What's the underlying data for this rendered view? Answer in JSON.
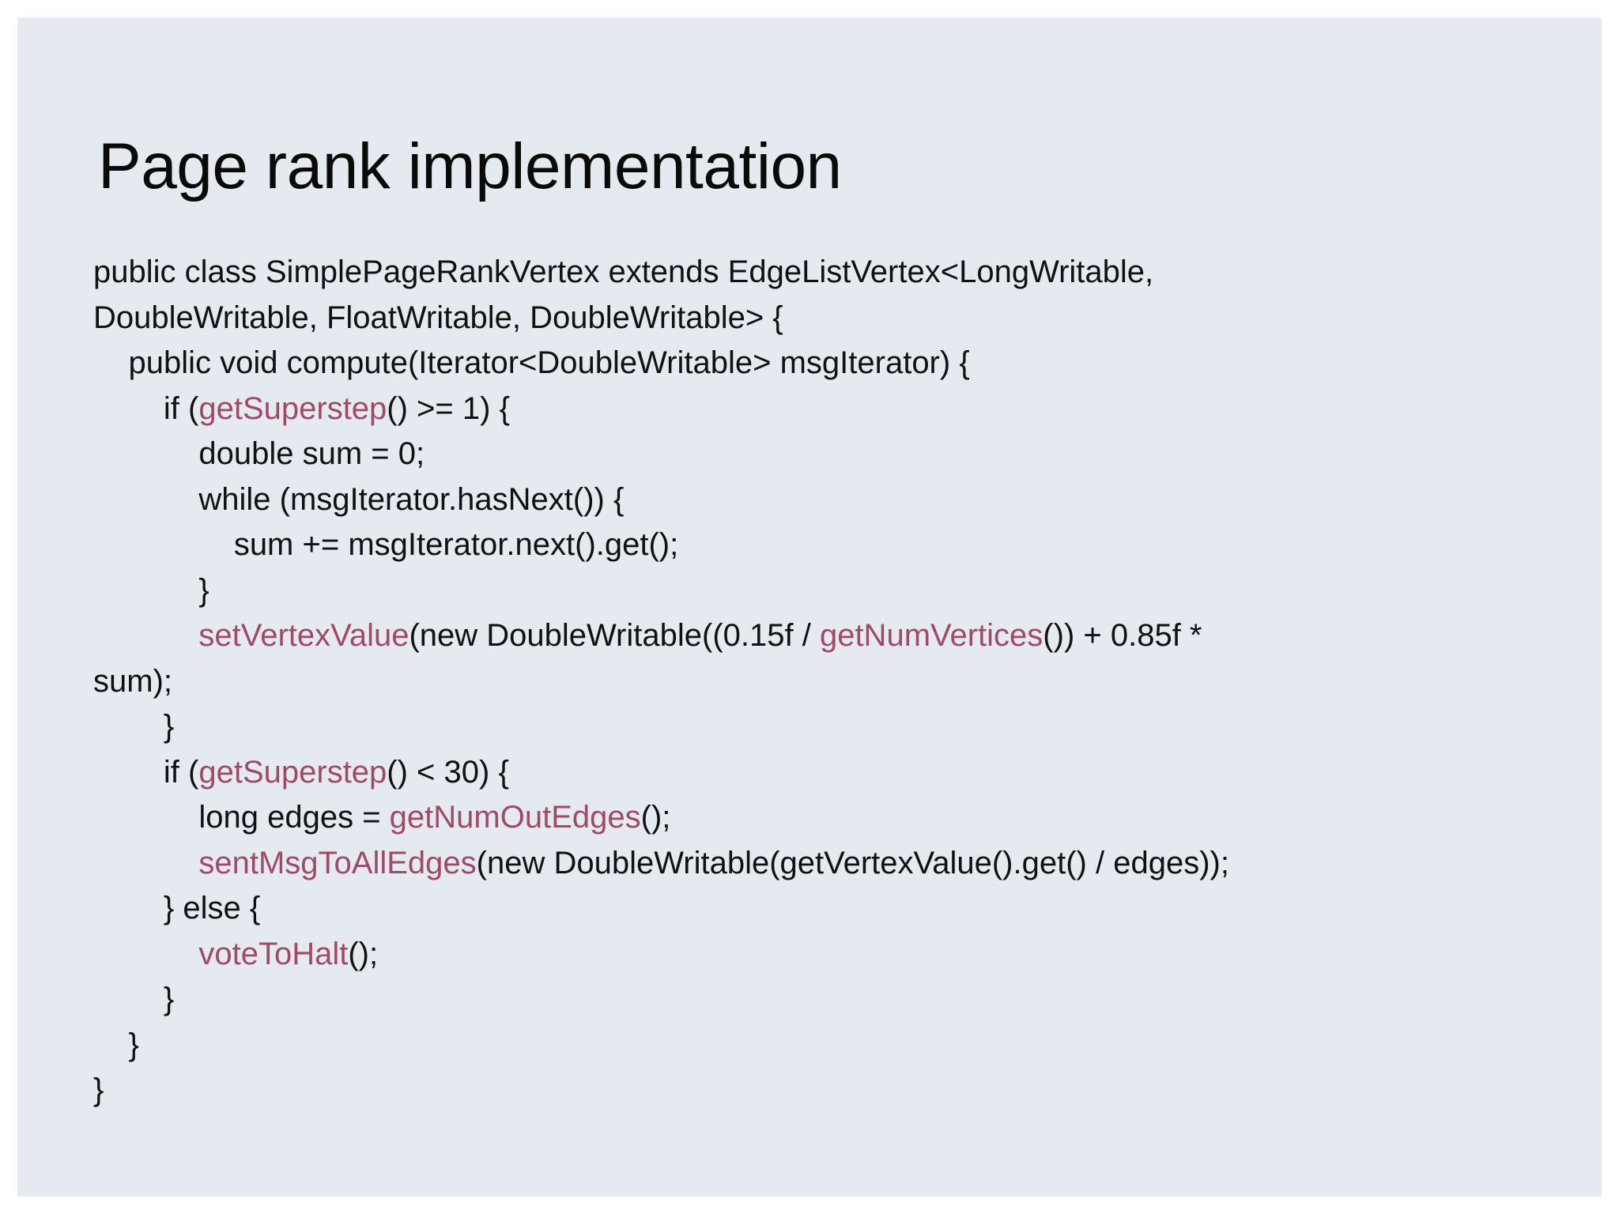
{
  "slide": {
    "title": "Page rank implementation",
    "background_color": "#e5e9f0",
    "page_color": "#ffffff",
    "text_color": "#111111",
    "accent_color": "#9e4a68"
  },
  "code": {
    "language": "java",
    "lines": [
      {
        "indent": 0,
        "segments": [
          {
            "text": "public class SimplePageRankVertex extends EdgeListVertex<LongWritable,",
            "style": "plain"
          }
        ]
      },
      {
        "indent": 0,
        "segments": [
          {
            "text": "DoubleWritable, FloatWritable, DoubleWritable> {",
            "style": "plain"
          }
        ]
      },
      {
        "indent": 1,
        "segments": [
          {
            "text": "public void compute(Iterator<DoubleWritable> msgIterator) {",
            "style": "plain"
          }
        ]
      },
      {
        "indent": 2,
        "segments": [
          {
            "text": "if (",
            "style": "plain"
          },
          {
            "text": "getSuperstep",
            "style": "kw"
          },
          {
            "text": "() >= 1) {",
            "style": "plain"
          }
        ]
      },
      {
        "indent": 3,
        "segments": [
          {
            "text": "double sum = 0;",
            "style": "plain"
          }
        ]
      },
      {
        "indent": 3,
        "segments": [
          {
            "text": "while (msgIterator.hasNext()) {",
            "style": "plain"
          }
        ]
      },
      {
        "indent": 4,
        "segments": [
          {
            "text": "sum += msgIterator.next().get();",
            "style": "plain"
          }
        ]
      },
      {
        "indent": 3,
        "segments": [
          {
            "text": "}",
            "style": "plain"
          }
        ]
      },
      {
        "indent": 3,
        "segments": [
          {
            "text": "setVertexValue",
            "style": "kw"
          },
          {
            "text": "(new DoubleWritable((0.15f / ",
            "style": "plain"
          },
          {
            "text": "getNumVertices",
            "style": "kw"
          },
          {
            "text": "()) + 0.85f *",
            "style": "plain"
          }
        ]
      },
      {
        "indent": 0,
        "segments": [
          {
            "text": "sum);",
            "style": "plain"
          }
        ]
      },
      {
        "indent": 2,
        "segments": [
          {
            "text": "}",
            "style": "plain"
          }
        ]
      },
      {
        "indent": 2,
        "segments": [
          {
            "text": "if (",
            "style": "plain"
          },
          {
            "text": "getSuperstep",
            "style": "kw"
          },
          {
            "text": "() < 30) {",
            "style": "plain"
          }
        ]
      },
      {
        "indent": 3,
        "segments": [
          {
            "text": "long edges = ",
            "style": "plain"
          },
          {
            "text": "getNumOutEdges",
            "style": "kw"
          },
          {
            "text": "();",
            "style": "plain"
          }
        ]
      },
      {
        "indent": 3,
        "segments": [
          {
            "text": "sentMsgToAllEdges",
            "style": "kw"
          },
          {
            "text": "(new DoubleWritable(getVertexValue().get() / edges));",
            "style": "plain"
          }
        ]
      },
      {
        "indent": 2,
        "segments": [
          {
            "text": "} else {",
            "style": "plain"
          }
        ]
      },
      {
        "indent": 3,
        "segments": [
          {
            "text": "voteToHalt",
            "style": "kw"
          },
          {
            "text": "();",
            "style": "plain"
          }
        ]
      },
      {
        "indent": 2,
        "segments": [
          {
            "text": "}",
            "style": "plain"
          }
        ]
      },
      {
        "indent": 1,
        "segments": [
          {
            "text": "}",
            "style": "plain"
          }
        ]
      },
      {
        "indent": 0,
        "segments": [
          {
            "text": "}",
            "style": "plain"
          }
        ]
      }
    ]
  }
}
